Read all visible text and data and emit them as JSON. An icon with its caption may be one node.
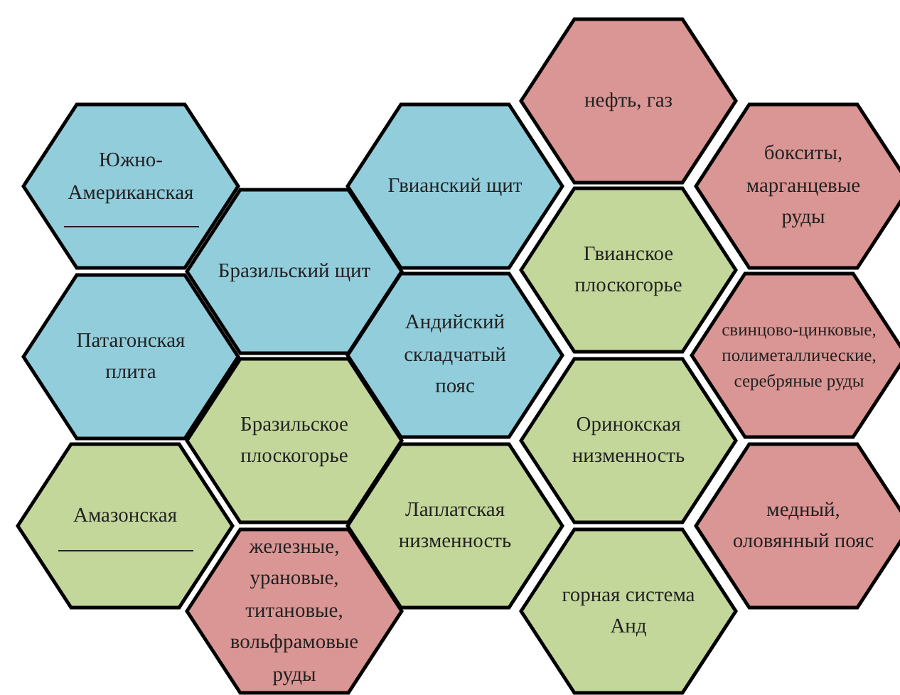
{
  "diagram": {
    "nodes": [
      {
        "text": [
          "Южно-Американская"
        ]
      },
      {
        "text": [
          "Патагонская плита"
        ]
      },
      {
        "text": [
          "Амазонская"
        ]
      },
      {
        "text": [
          "Бразильский щит"
        ]
      },
      {
        "text": [
          "Бразильское плоскогорье"
        ]
      },
      {
        "text": [
          "железные, урановые, титановые, вольфрамовые руды"
        ]
      },
      {
        "text": [
          "Гвианский щит"
        ]
      },
      {
        "text": [
          "Андийский складчатый пояс"
        ]
      },
      {
        "text": [
          "Лаплатская низменность"
        ]
      },
      {
        "text": [
          "нефть, газ"
        ]
      },
      {
        "text": [
          "Гвианское плоскогорье"
        ]
      },
      {
        "text": [
          "Оринокская низменность"
        ]
      },
      {
        "text": [
          "горная система Анд"
        ]
      },
      {
        "text": [
          "бокситы, марганцевые руды"
        ]
      },
      {
        "text": [
          "свинцово-цинковые, полиметаллические, серебряные руды"
        ]
      },
      {
        "text": [
          "медный, оловянный пояс"
        ]
      }
    ]
  }
}
